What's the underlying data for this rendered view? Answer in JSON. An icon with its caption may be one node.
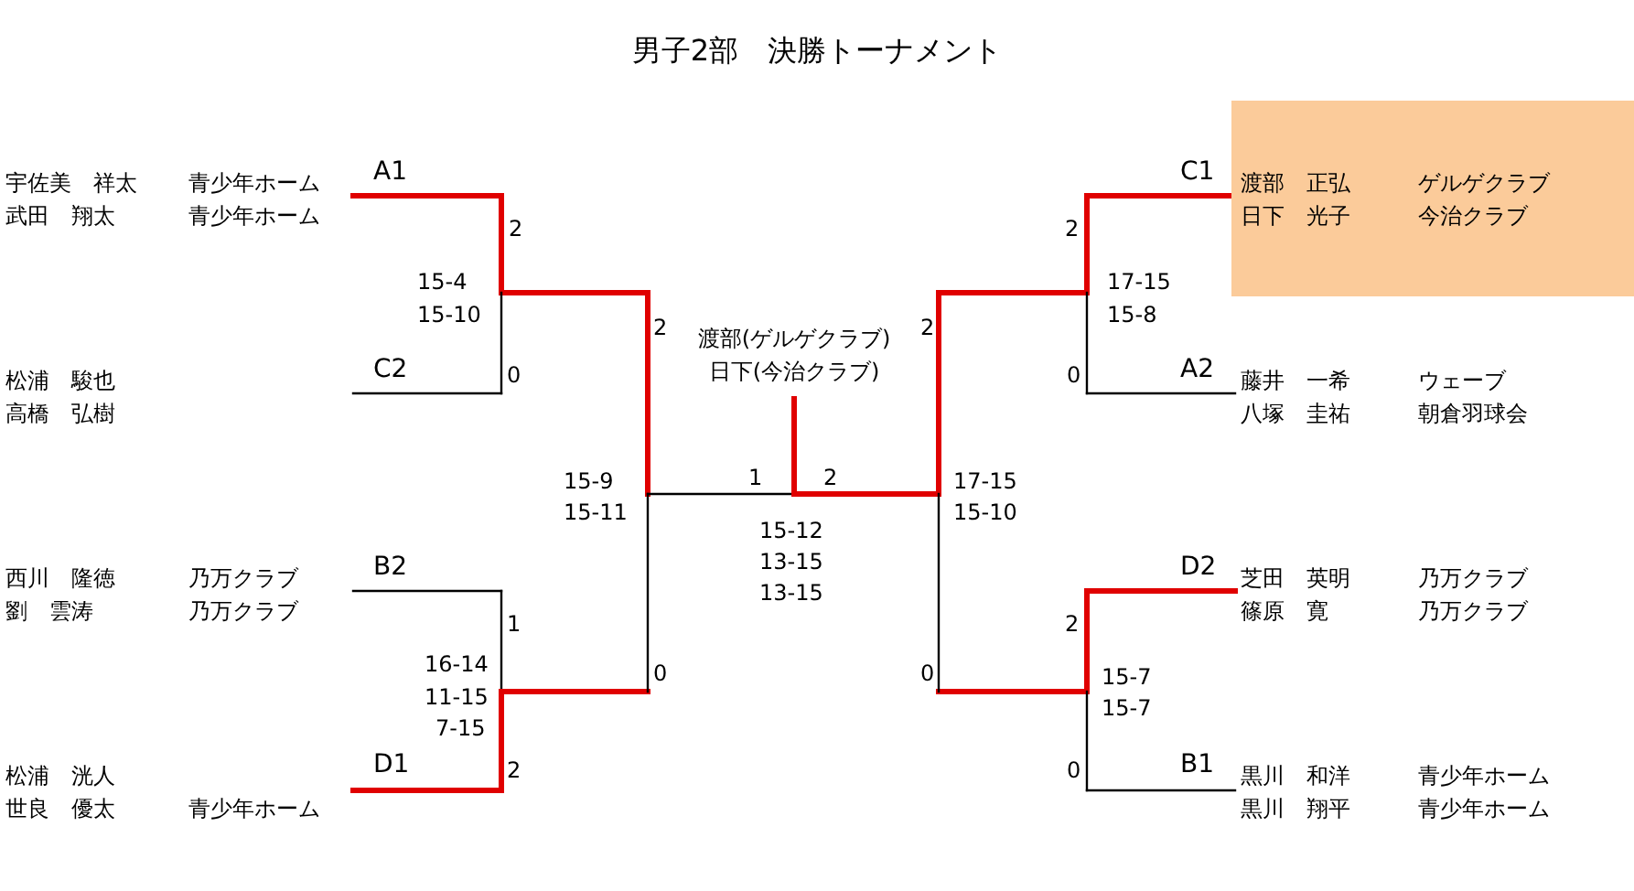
{
  "diagram": {
    "title": "男子2部　決勝トーナメント",
    "nodes": [
      {
        "text": [
          "宇佐美　祥太",
          "青少年ホーム"
        ]
      },
      {
        "text": [
          "武田　翔太",
          "青少年ホーム"
        ]
      },
      {
        "text": [
          "松浦　駿也"
        ]
      },
      {
        "text": [
          "高橋　弘樹"
        ]
      },
      {
        "text": [
          "西川　隆徳",
          "乃万クラブ"
        ]
      },
      {
        "text": [
          "劉　雲涛",
          "乃万クラブ"
        ]
      },
      {
        "text": [
          "松浦　洸人"
        ]
      },
      {
        "text": [
          "世良　優太",
          "青少年ホーム"
        ]
      },
      {
        "text": [
          "渡部(ゲルゲクラブ)",
          "日下(今治クラブ)"
        ]
      },
      {
        "text": [],
        "shape": "box"
      },
      {
        "text": [
          "渡部　正弘",
          "ゲルゲクラブ"
        ],
        "in": 9
      },
      {
        "text": [
          "日下　光子",
          "今治クラブ"
        ],
        "in": 9
      },
      {
        "text": [
          "藤井　一希",
          "ウェーブ"
        ]
      },
      {
        "text": [
          "八塚　圭祐",
          "朝倉羽球会"
        ]
      },
      {
        "text": [
          "芝田　英明",
          "乃万クラブ"
        ]
      },
      {
        "text": [
          "篠原　寛",
          "乃万クラブ"
        ]
      },
      {
        "text": [
          "黒川　和洋",
          "青少年ホーム"
        ]
      },
      {
        "text": [
          "黒川　翔平",
          "青少年ホーム"
        ]
      }
    ],
    "labels": [
      "A1",
      "C1",
      "2",
      "2",
      "15-4",
      "17-15",
      "15-10",
      "15-8",
      "2",
      "2",
      "C2",
      "0",
      "0",
      "A2",
      "15-9",
      "1",
      "2",
      "17-15",
      "15-11",
      "15-10",
      "15-12",
      "13-15",
      "13-15",
      "B2",
      "D2",
      "1",
      "2",
      "16-14",
      "0",
      "0",
      "15-7",
      "11-15",
      "15-7",
      "7-15",
      "D1",
      "2",
      "0",
      "B1"
    ]
  }
}
